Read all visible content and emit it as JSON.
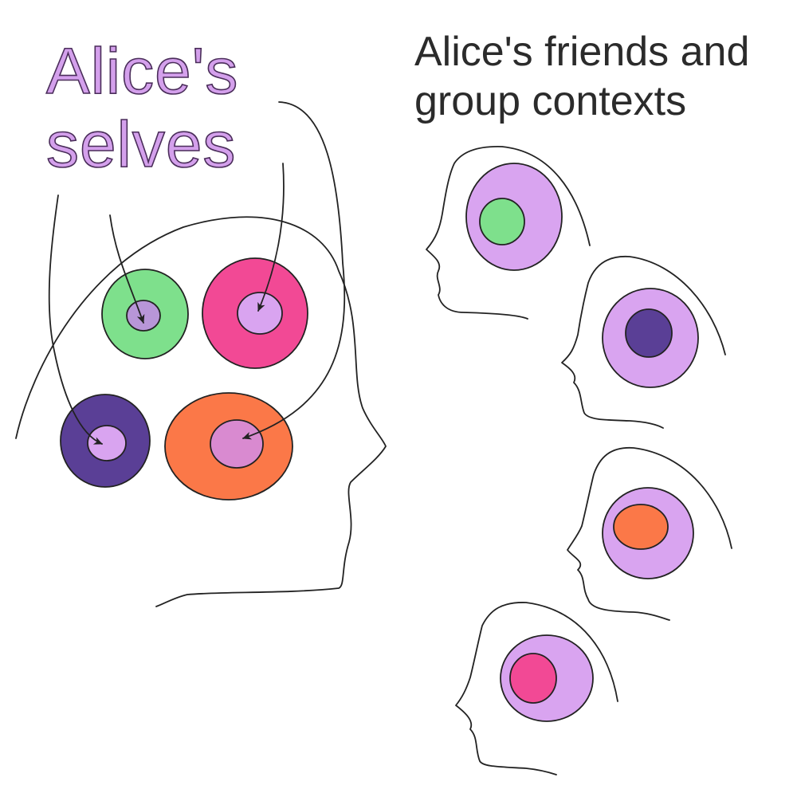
{
  "heading_selves": {
    "line1": "Alice's",
    "line2": "selves"
  },
  "heading_friends": {
    "line1": "Alice's friends and",
    "line2": "group contexts"
  },
  "colors": {
    "self_purple": "#d9a4f0",
    "green": "#7ee08c",
    "pink": "#f24995",
    "indigo": "#5a3f96",
    "orange": "#fb7848",
    "self_core_light": "#b896d8",
    "self_core_pink": "#d98ad0",
    "outline": "#222222"
  }
}
